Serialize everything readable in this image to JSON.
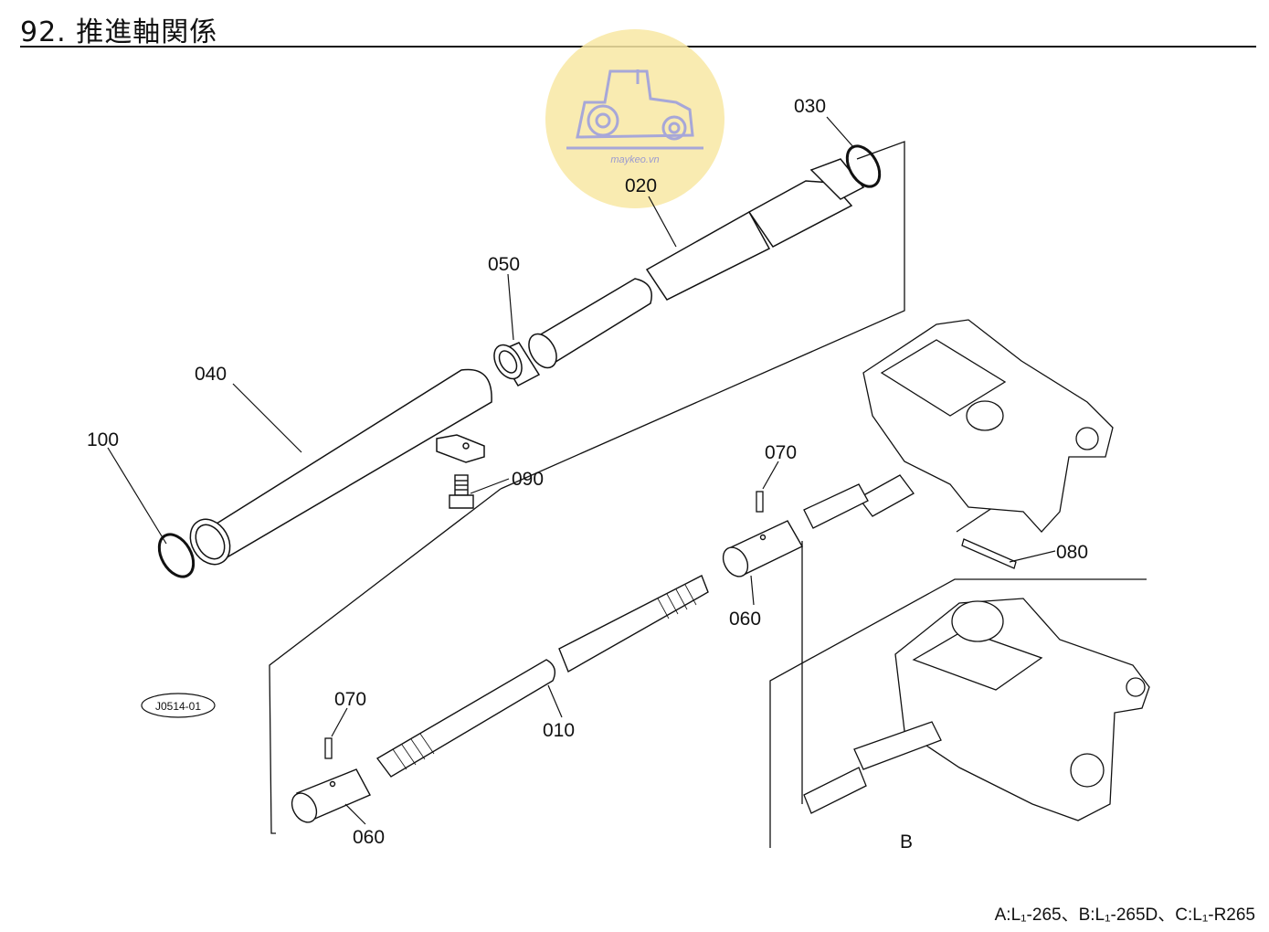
{
  "page": {
    "title": "92. 推進軸関係",
    "footer_note": "A:L₁-265、B:L₁-265D、C:L₁-R265"
  },
  "watermark": {
    "text": "maykeo.vn",
    "icon": "tractor-logo-icon",
    "color": "#f7e49a"
  },
  "diagram": {
    "code": "J0514-01",
    "variant_label": "B",
    "callouts": [
      {
        "id": "030",
        "label": "030"
      },
      {
        "id": "020",
        "label": "020"
      },
      {
        "id": "050",
        "label": "050"
      },
      {
        "id": "040",
        "label": "040"
      },
      {
        "id": "100",
        "label": "100"
      },
      {
        "id": "090",
        "label": "090"
      },
      {
        "id": "070a",
        "label": "070"
      },
      {
        "id": "080",
        "label": "080"
      },
      {
        "id": "060a",
        "label": "060"
      },
      {
        "id": "070b",
        "label": "070"
      },
      {
        "id": "010",
        "label": "010"
      },
      {
        "id": "060b",
        "label": "060"
      }
    ]
  }
}
